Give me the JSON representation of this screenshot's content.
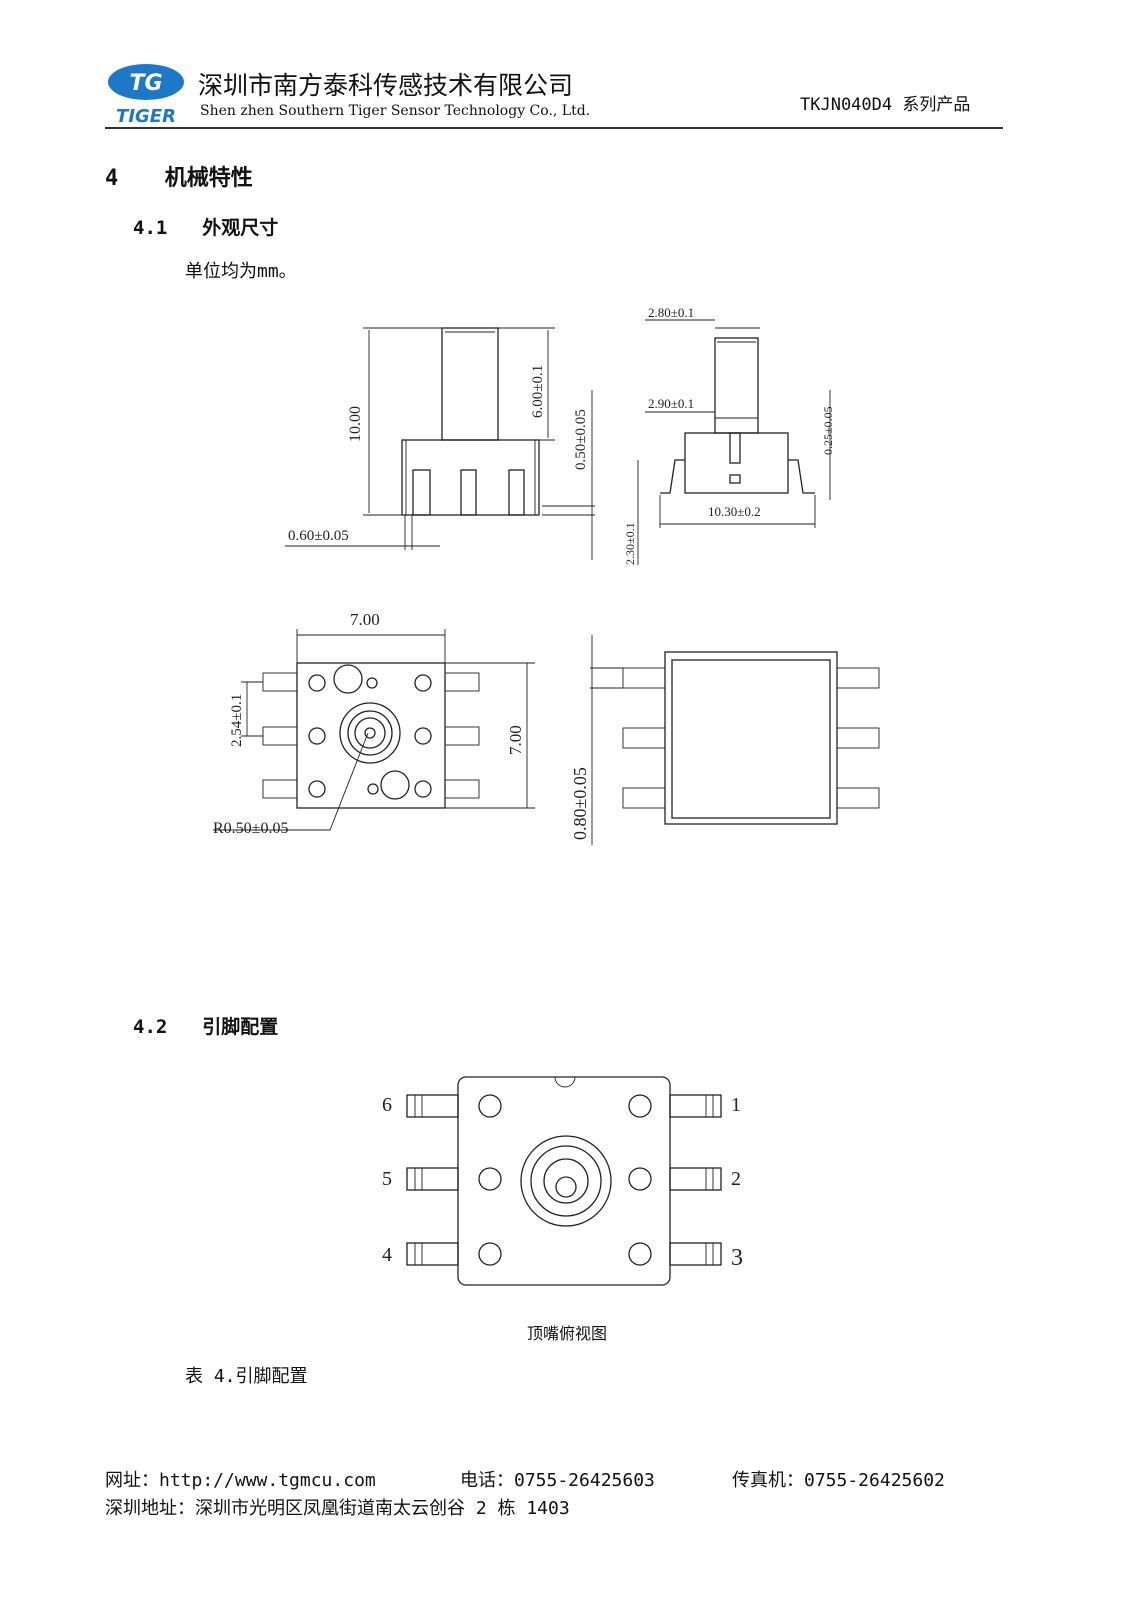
{
  "header": {
    "logo_letters": "TG",
    "logo_word": "TIGER",
    "company_cn": "深圳市南方泰科传感技术有限公司",
    "company_en": "Shen zhen Southern Tiger Sensor Technology Co., Ltd.",
    "product": "TKJN040D4 系列产品"
  },
  "section": {
    "number": "4",
    "title": "机械特性"
  },
  "sub1": {
    "number": "4.1",
    "title": "外观尺寸",
    "note": "单位均为mm。"
  },
  "dims": {
    "side_height": "10.00",
    "side_tube": "6.00±0.1",
    "side_standoff": "0.50±0.05",
    "side_pin": "0.60±0.05",
    "front_top": "2.80±0.1",
    "front_tube": "2.90±0.1",
    "front_lead": "0.25±0.05",
    "front_width": "10.30±0.2",
    "front_height": "2.30±0.1",
    "bottom_width": "7.00",
    "bottom_height": "7.00",
    "bottom_pitch": "2.54±0.1",
    "bottom_radius": "R0.50±0.05",
    "top_pin": "0.80±0.05"
  },
  "sub2": {
    "number": "4.2",
    "title": "引脚配置"
  },
  "pins": {
    "left": [
      "6",
      "5",
      "4"
    ],
    "right": [
      "1",
      "2",
      "3"
    ]
  },
  "pin_caption": "顶嘴俯视图",
  "table_caption": "表 4.引脚配置",
  "footer": {
    "website": "网址：http://www.tgmcu.com",
    "phone": "电话：0755-26425603",
    "fax": "传真机：0755-26425602",
    "address": "深圳地址：深圳市光明区凤凰街道南太云创谷 2 栋 1403"
  }
}
